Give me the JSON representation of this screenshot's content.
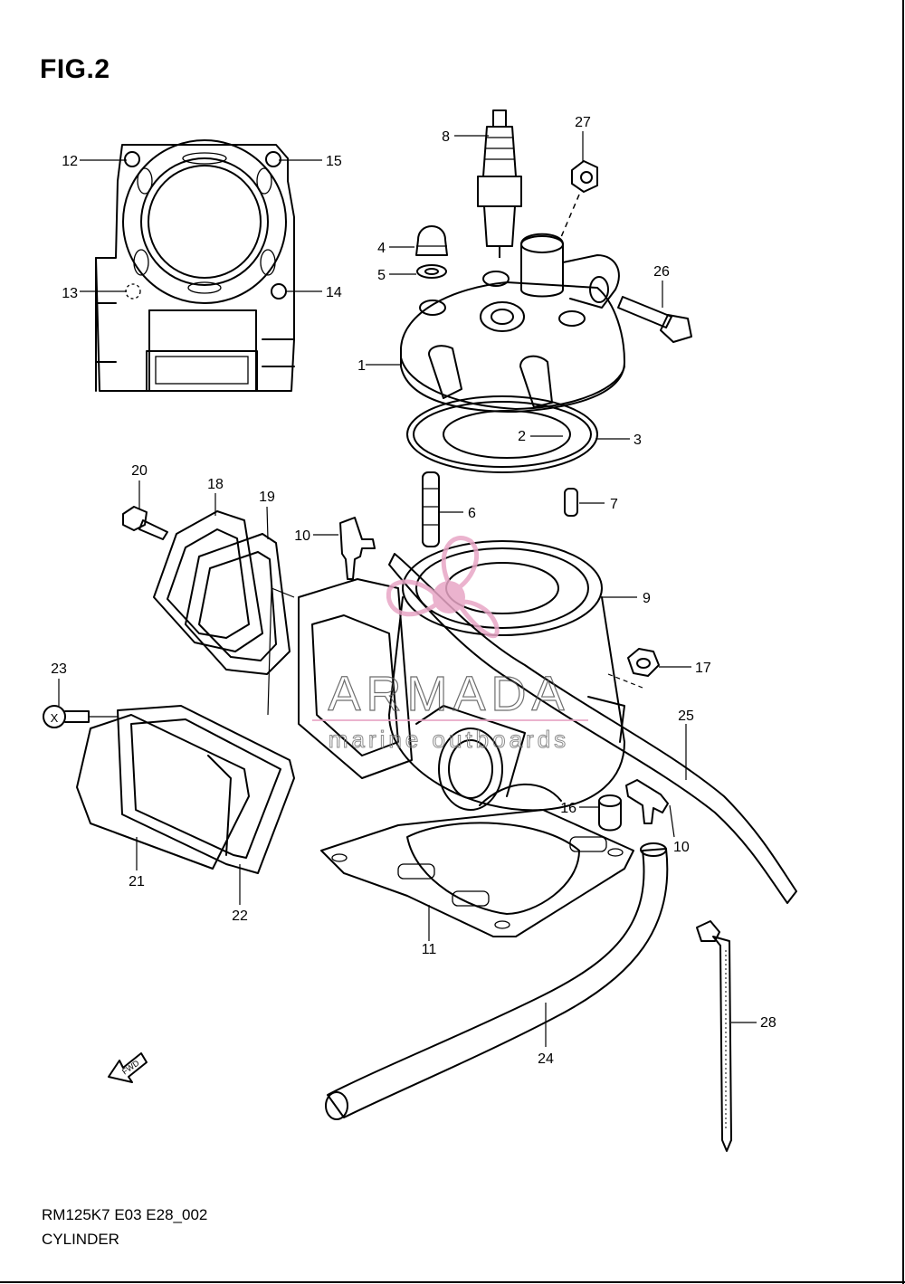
{
  "figure": {
    "title": "FIG.2",
    "code": "RM125K7 E03 E28_002",
    "name": "CYLINDER"
  },
  "watermark": {
    "brand": "ARMADA",
    "tagline": "marine outboards",
    "logo_color": "#e8a6c6"
  },
  "direction_marker": "FWD",
  "callouts": {
    "p1": "1",
    "p2": "2",
    "p3": "3",
    "p4": "4",
    "p5": "5",
    "p6": "6",
    "p7": "7",
    "p8": "8",
    "p9": "9",
    "p10a": "10",
    "p10b": "10",
    "p11": "11",
    "p12": "12",
    "p13": "13",
    "p14": "14",
    "p15": "15",
    "p16": "16",
    "p17": "17",
    "p18": "18",
    "p19": "19",
    "p20": "20",
    "p21": "21",
    "p22": "22",
    "p23": "23",
    "p24": "24",
    "p25": "25",
    "p26": "26",
    "p27": "27",
    "p28": "28"
  },
  "bolt_mark": "X"
}
